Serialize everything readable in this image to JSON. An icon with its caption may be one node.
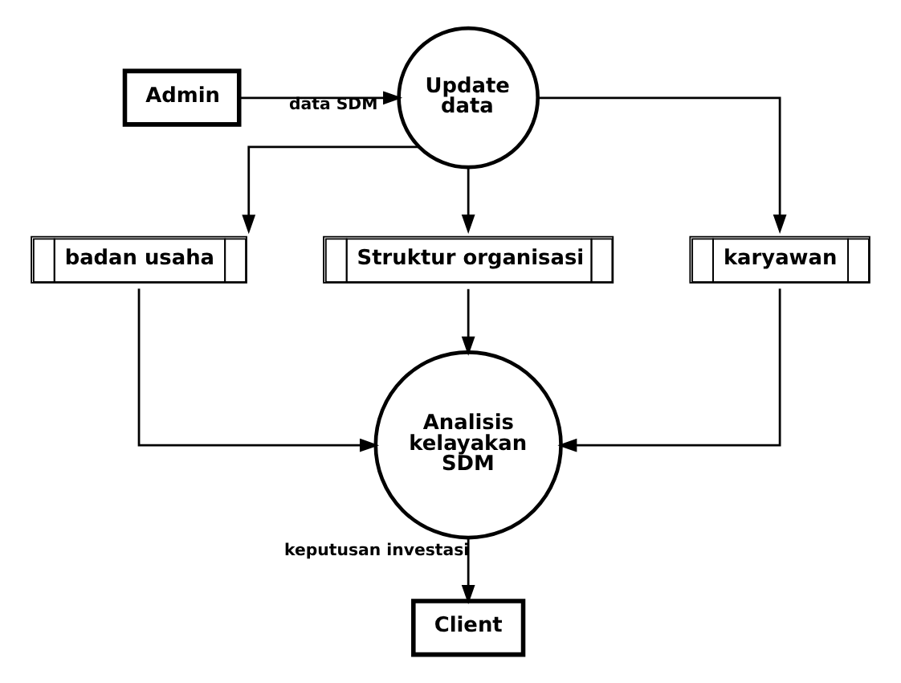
{
  "diagram": {
    "nodes": [
      {
        "text": [
          "Update data"
        ]
      },
      {
        "text": [
          "Admin"
        ]
      },
      {
        "text": [
          "badan usaha"
        ]
      },
      {
        "text": [
          "Struktur organisasi"
        ]
      },
      {
        "text": [
          "karyawan"
        ]
      },
      {
        "text": [
          "Analisis kelayakan SDM"
        ]
      },
      {
        "text": [
          "Client"
        ]
      }
    ],
    "edges": [
      {
        "from": 1,
        "to": 0,
        "arrow": "to",
        "label": "data SDM"
      },
      {
        "from": 0,
        "to": 2,
        "arrow": "to"
      },
      {
        "from": 0,
        "to": 3,
        "arrow": "to"
      },
      {
        "from": 0,
        "to": 4,
        "arrow": "to"
      },
      {
        "from": 2,
        "to": 5,
        "arrow": "to"
      },
      {
        "from": 3,
        "to": 5,
        "arrow": "to"
      },
      {
        "from": 4,
        "to": 5,
        "arrow": "to"
      },
      {
        "from": 5,
        "to": 6,
        "arrow": "to",
        "label": "keputusan investasi"
      }
    ]
  }
}
